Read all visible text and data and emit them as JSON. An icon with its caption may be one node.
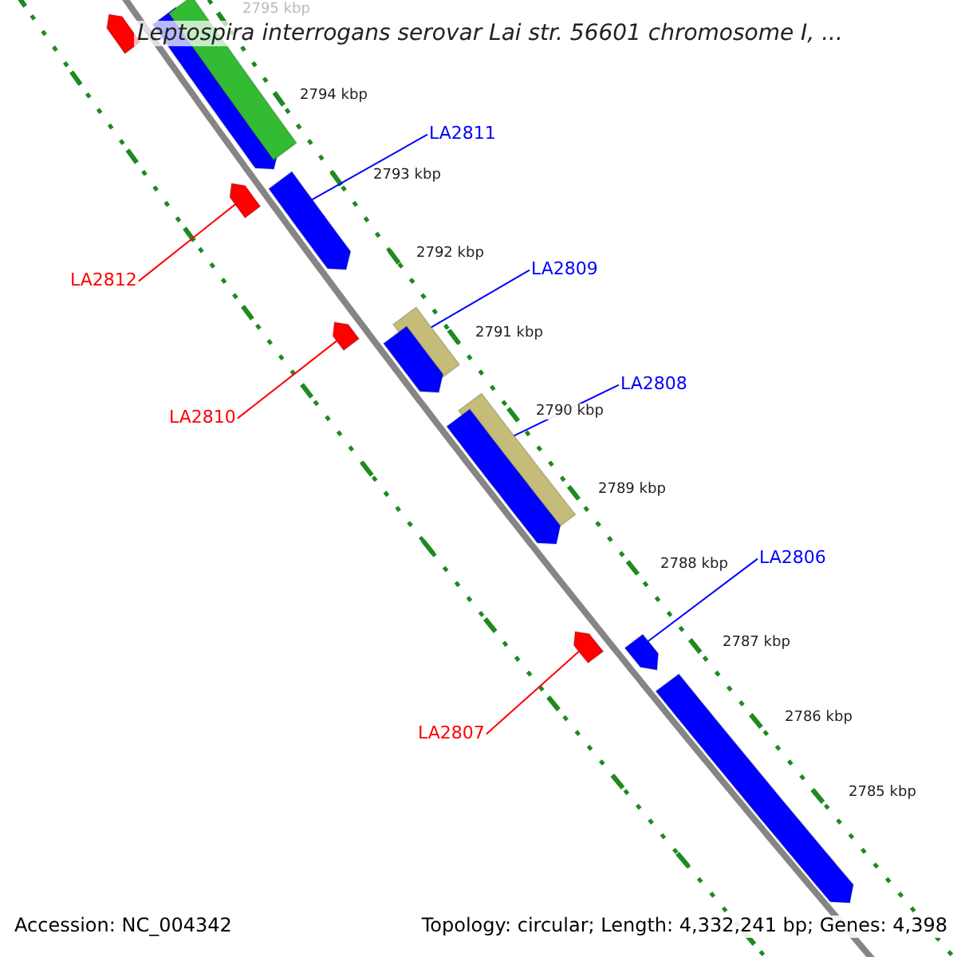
{
  "diagram": {
    "title": "Leptospira interrogans serovar Lai str. 56601 chromosome I, ...",
    "nodes": [
      {
        "text": [
          "LA2811"
        ]
      },
      {
        "text": [],
        "shape": "arrow"
      },
      {
        "text": [
          "LA2812"
        ]
      },
      {
        "text": [],
        "shape": "arrow"
      },
      {
        "text": [
          "LA2809"
        ]
      },
      {
        "text": [],
        "shape": "bar"
      },
      {
        "text": [
          "LA2810"
        ]
      },
      {
        "text": [],
        "shape": "arrow"
      },
      {
        "text": [
          "LA2808"
        ]
      },
      {
        "text": [],
        "shape": "bar"
      },
      {
        "text": [
          "LA2806"
        ]
      },
      {
        "text": [],
        "shape": "arrow"
      },
      {
        "text": [
          "LA2807"
        ]
      },
      {
        "text": [],
        "shape": "arrow"
      },
      {
        "text": [],
        "shape": "arrow"
      },
      {
        "text": [],
        "shape": "bar"
      },
      {
        "text": [],
        "shape": "arrow"
      },
      {
        "text": [],
        "shape": "arrow"
      },
      {
        "text": [],
        "shape": "arrow"
      },
      {
        "text": [],
        "shape": "arrow"
      }
    ],
    "edges": [
      {
        "from": 0,
        "to": 1,
        "arrow": "none"
      },
      {
        "from": 2,
        "to": 3,
        "arrow": "none",
        "color": "#ff0000"
      },
      {
        "from": 4,
        "to": 5,
        "arrow": "none"
      },
      {
        "from": 6,
        "to": 7,
        "arrow": "none",
        "color": "#ff0000"
      },
      {
        "from": 8,
        "to": 9,
        "arrow": "none"
      },
      {
        "from": 10,
        "to": 11,
        "arrow": "none"
      },
      {
        "from": 12,
        "to": 13,
        "arrow": "none",
        "color": "#ff0000"
      }
    ],
    "labels": [
      "2795 kbp",
      "2794 kbp",
      "2793 kbp",
      "2792 kbp",
      "2791 kbp",
      "2790 kbp",
      "2789 kbp",
      "2788 kbp",
      "2787 kbp",
      "2786 kbp",
      "2785 kbp",
      "Accession: NC_004342",
      "Topology: circular; Length: 4,332,241 bp; Genes: 4,398"
    ]
  }
}
